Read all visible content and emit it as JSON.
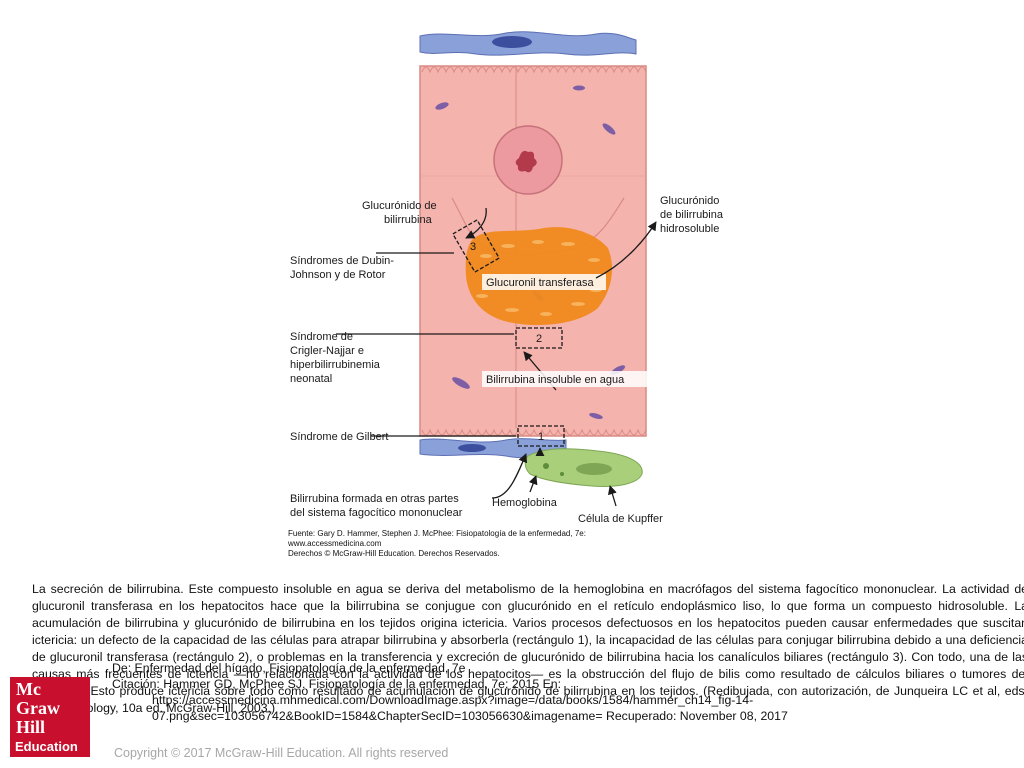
{
  "figure": {
    "labels": {
      "glucuronido_bilirrubina": [
        "Glucurónido de",
        "bilirrubina"
      ],
      "glucuronido_hidrosoluble": [
        "Glucurónido",
        "de bilirrubina",
        "hidrosoluble"
      ],
      "dubin_johnson": [
        "Síndromes de Dubin-",
        "Johnson y de Rotor"
      ],
      "glucuronil": "Glucuronil transferasa",
      "crigler_najjar": [
        "Síndrome de",
        "Crigler-Najjar e",
        "hiperbilirrubinemia",
        "neonatal"
      ],
      "insoluble": "Bilirrubina insoluble en agua",
      "gilbert": "Síndrome de Gilbert",
      "formada": [
        "Bilirrubina formada en otras partes",
        "del sistema fagocítico mononuclear"
      ],
      "hemoglobina": "Hemoglobina",
      "kupffer": "Célula de Kupffer",
      "box1": "1",
      "box2": "2",
      "box3": "3"
    },
    "source": [
      "Fuente: Gary D. Hammer, Stephen J. McPhee: Fisiopatología de la enfermedad, 7e:",
      "www.accessmedicina.com",
      "Derechos © McGraw-Hill Education. Derechos Reservados."
    ]
  },
  "caption": "La secreción de bilirrubina. Este compuesto insoluble en agua se deriva del metabolismo de la hemoglobina en macrófagos del sistema fagocítico mononuclear. La actividad de glucuronil transferasa en los hepatocitos hace que la bilirrubina se conjugue con glucurónido en el retículo endoplásmico liso, lo que forma un compuesto hidrosoluble. La acumulación de bilirrubina y glucurónido de bilirrubina en los tejidos origina ictericia. Varios procesos defectuosos en los hepatocitos pueden causar enfermedades que suscitan ictericia: un defecto de la capacidad de las células para atrapar bilirrubina y absorberla (rectángulo 1), la incapacidad de las células para conjugar bilirrubina debido a una deficiencia de glucuronil transferasa (rectángulo 2), o problemas en la transferencia y excreción de glucurónido de bilirrubina hacia los canalículos biliares (rectángulo 3). Con todo, una de las causas más frecuentes de ictericia —no relacionada con la actividad de los hepatocitos— es la obstrucción del flujo de bilis como resultado de cálculos biliares o tumores del páncreas. Esto produce ictericia sobre todo como resultado de acumulación de glucurónido de bilirrubina en los tejidos. (Redibujada, con autorización, de Junqueira LC et al, eds. Basic Histology, 10a ed. McGraw-Hill, 2003.)",
  "citation": {
    "de": "De: Enfermedad del hígado, Fisiopatología de la enfermedad, 7e",
    "citacion": "Citación: Hammer GD, McPhee SJ. Fisiopatología de la enfermedad, 7e; 2015 En:",
    "url1": "https://accessmedicina.mhmedical.com/DownloadImage.aspx?image=/data/books/1584/hammer_ch14_fig-14-",
    "url2": "07.png&sec=103056742&BookID=1584&ChapterSecID=103056630&imagename= Recuperado: November 08, 2017"
  },
  "copyright": "Copyright © 2017 McGraw-Hill Education. All rights reserved",
  "logo": {
    "words": [
      "Mc",
      "Graw",
      "Hill",
      "Education"
    ],
    "color": "#c8102e"
  },
  "colors": {
    "cell": "#f4b3ad",
    "nucleus": "#ec9aa0",
    "er": "#f08a1e",
    "kupffer": "#a9cf7a",
    "mito": "#7e5fa6",
    "endothelium": "#8aa0d8"
  }
}
